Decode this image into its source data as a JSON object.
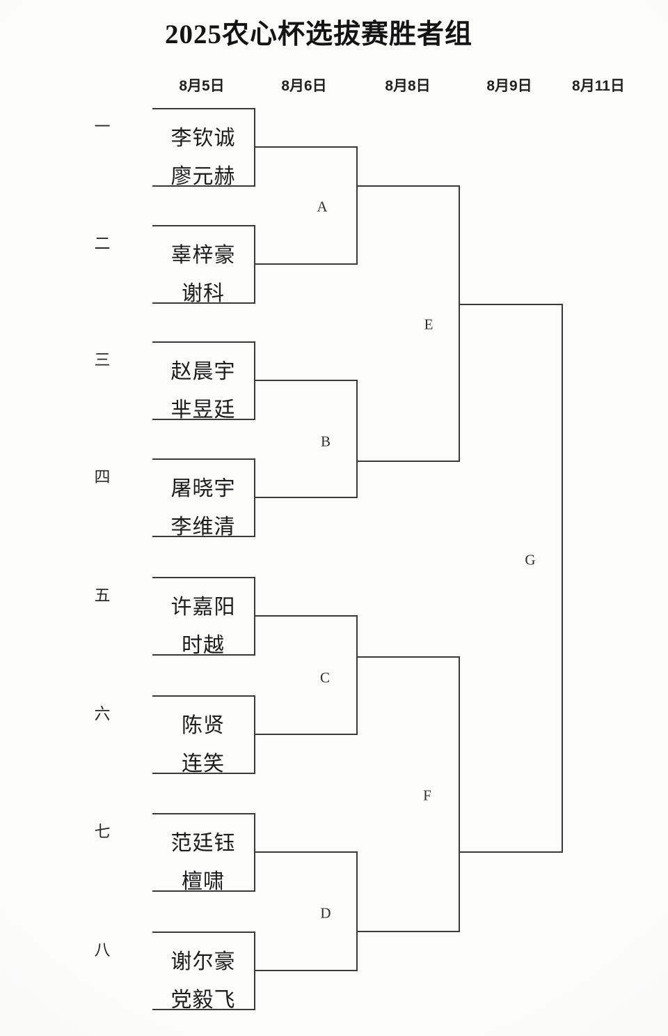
{
  "title": "2025农心杯选拔赛胜者组",
  "round_dates": [
    "8月5日",
    "8月6日",
    "8月8日",
    "8月9日",
    "8月11日"
  ],
  "matches": [
    {
      "seed": "一",
      "players": [
        "李钦诚",
        "廖元赫"
      ]
    },
    {
      "seed": "二",
      "players": [
        "辜梓豪",
        "谢科"
      ]
    },
    {
      "seed": "三",
      "players": [
        "赵晨宇",
        "芈昱廷"
      ]
    },
    {
      "seed": "四",
      "players": [
        "屠晓宇",
        "李维清"
      ]
    },
    {
      "seed": "五",
      "players": [
        "许嘉阳",
        "时越"
      ]
    },
    {
      "seed": "六",
      "players": [
        "陈贤",
        "连笑"
      ]
    },
    {
      "seed": "七",
      "players": [
        "范廷钰",
        "檀啸"
      ]
    },
    {
      "seed": "八",
      "players": [
        "谢尔豪",
        "党毅飞"
      ]
    }
  ],
  "winner_codes": [
    {
      "code": "A",
      "winner_of": [
        "一",
        "二"
      ]
    },
    {
      "code": "B",
      "winner_of": [
        "三",
        "四"
      ]
    },
    {
      "code": "C",
      "winner_of": [
        "五",
        "六"
      ]
    },
    {
      "code": "D",
      "winner_of": [
        "七",
        "八"
      ]
    },
    {
      "code": "E",
      "winner_of": [
        "A",
        "B"
      ]
    },
    {
      "code": "F",
      "winner_of": [
        "C",
        "D"
      ]
    },
    {
      "code": "G",
      "winner_of": [
        "E",
        "F"
      ]
    }
  ],
  "colors": {
    "background": "#f9f8f6",
    "line": "#3a3a3a",
    "text": "#1e1e1e"
  }
}
